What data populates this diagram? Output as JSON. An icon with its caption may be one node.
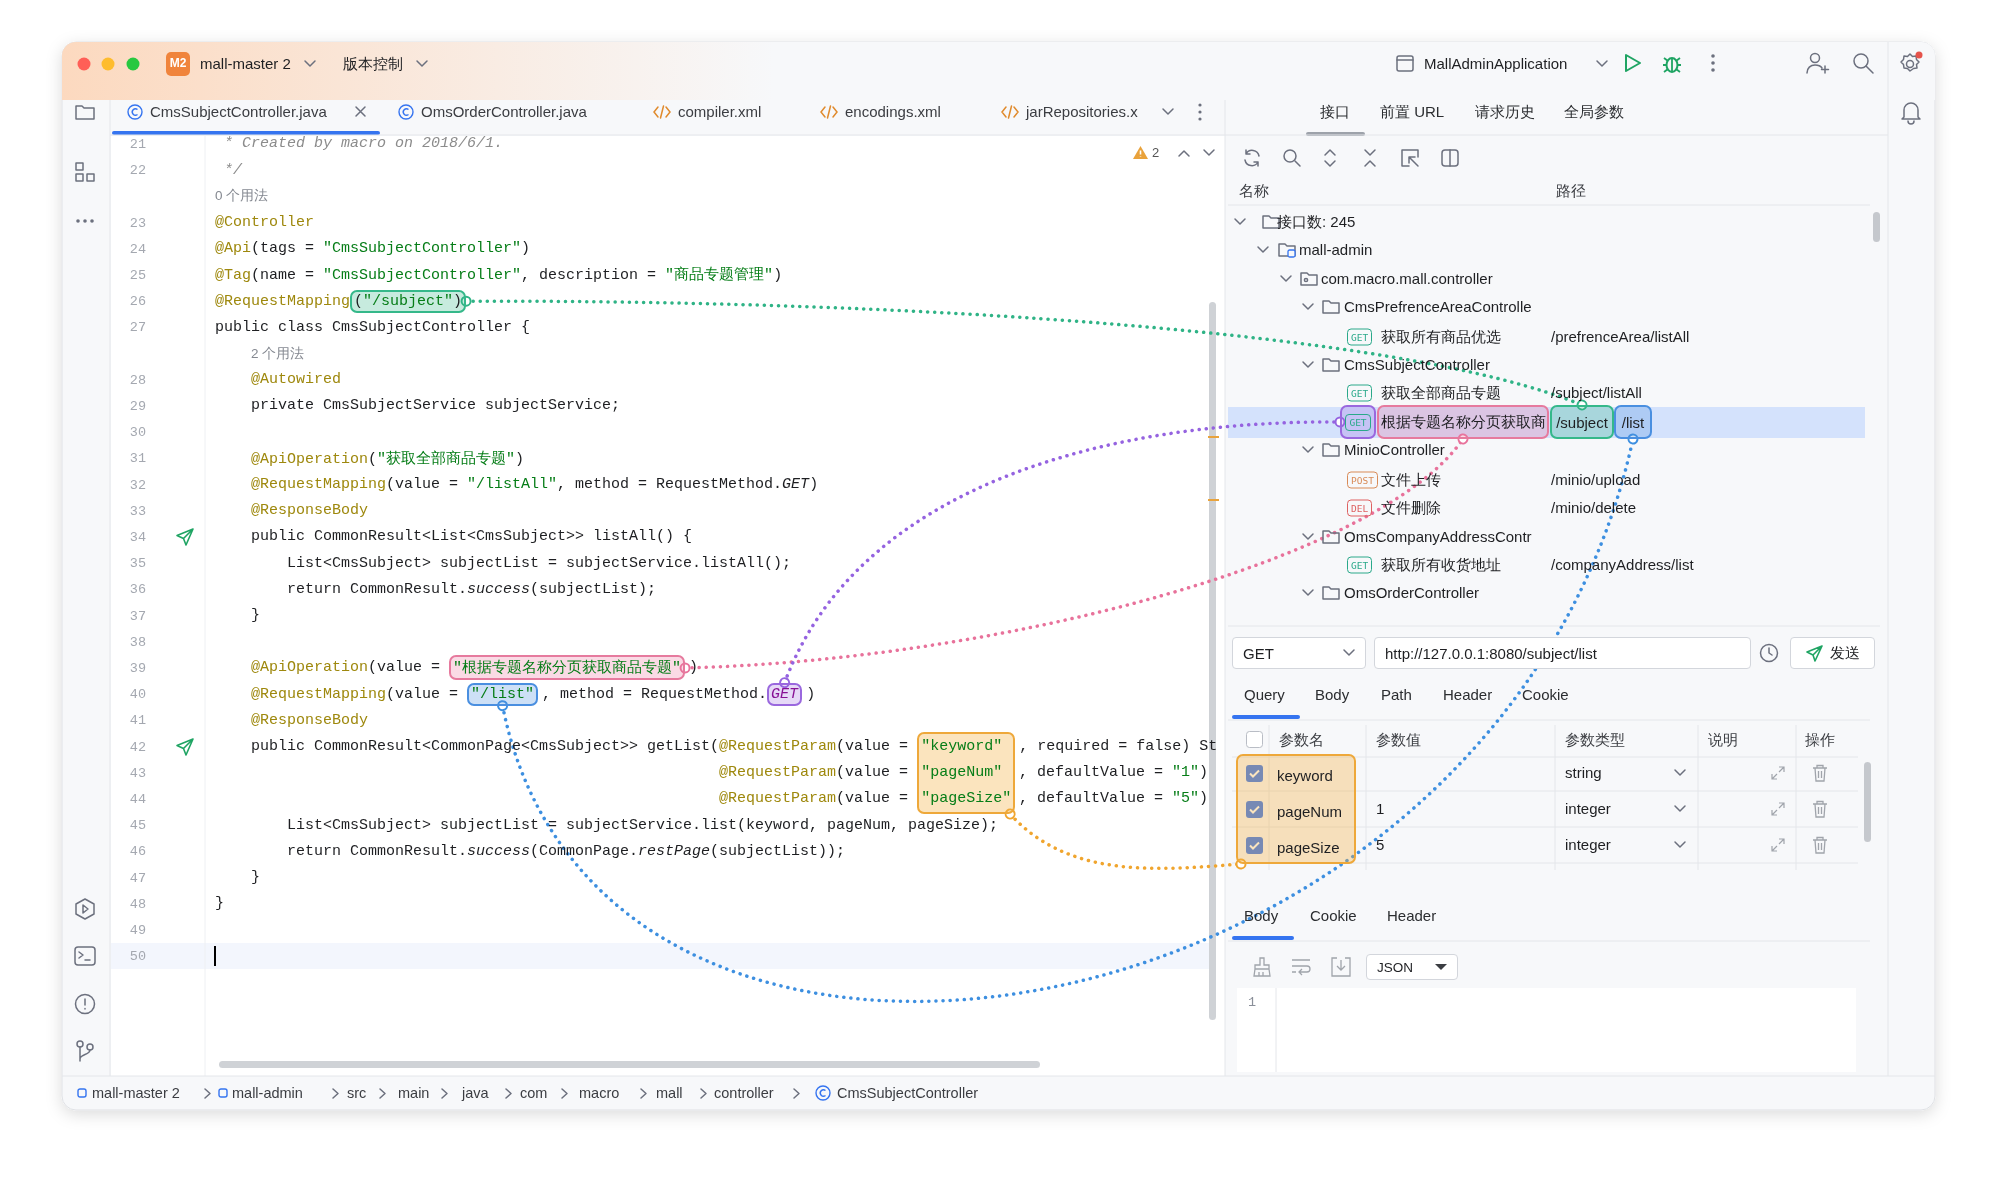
{
  "diagram": {
    "nodes": [
      {
        "text": [
          "(\"/subject\")"
        ]
      },
      {
        "text": [
          "\"根据专题名称分页获取商品专题\""
        ]
      },
      {
        "text": [
          "\"/list\""
        ]
      },
      {
        "text": [
          "GET"
        ]
      },
      {
        "text": [
          "\"keyword\"",
          "\"pageNum\"",
          "\"pageSize\""
        ]
      },
      {
        "text": [
          "GET"
        ]
      },
      {
        "text": [
          "根据专题名称分页获取商"
        ]
      },
      {
        "text": [
          "/subject"
        ]
      },
      {
        "text": [
          "/list"
        ]
      },
      {
        "text": [
          "keyword",
          "pageNum",
          "pageSize"
        ]
      }
    ],
    "edges": [
      {
        "from": 0,
        "to": 7,
        "arrow": "other",
        "color": "#2fb386"
      },
      {
        "from": 1,
        "to": 6,
        "arrow": "other",
        "color": "#e8729b"
      },
      {
        "from": 2,
        "to": 8,
        "arrow": "other",
        "color": "#3d8fe0"
      },
      {
        "from": 3,
        "to": 5,
        "arrow": "other",
        "color": "#9563e0"
      },
      {
        "from": 4,
        "to": 9,
        "arrow": "other",
        "color": "#f0a52e"
      }
    ],
    "labels": [
      "M2",
      "mall-master 2",
      "版本控制",
      "MallAdminApplication",
      "CmsSubjectController.java",
      "OmsOrderController.java",
      "compiler.xml",
      "encodings.xml",
      "jarRepositories.x",
      "接口",
      "前置 URL",
      "请求历史",
      "全局参数",
      "2",
      "21",
      "* Created by macro on 2018/6/1.",
      "22",
      "*/",
      "0 个用法",
      "23",
      "@Controller",
      "24",
      "@Api(tags = \"CmsSubjectController\")",
      "25",
      "@Tag(name = \"CmsSubjectController\", description = \"商品专题管理\")",
      "26",
      "@RequestMapping",
      "27",
      "public class CmsSubjectController {",
      "2 个用法",
      "28",
      "@Autowired",
      "29",
      "private CmsSubjectService subjectService;",
      "30",
      "31",
      "@ApiOperation(\"获取全部商品专题\")",
      "32",
      "@RequestMapping(value = \"/listAll\", method = RequestMethod.*GET*)",
      "33",
      "@ResponseBody",
      "34",
      "public CommonResult<List<CmsSubject>> listAll() {",
      "35",
      "List<CmsSubject> subjectList = subjectService.listAll();",
      "36",
      "return CommonResult.*success*(subjectList);",
      "37",
      "}",
      "38",
      "39",
      "@ApiOperation(value =",
      ")",
      "40",
      "@RequestMapping(value =",
      ", method = RequestMethod.",
      ")",
      "41",
      "@ResponseBody",
      "42",
      "public CommonResult<CommonPage<CmsSubject>> getList(@RequestParam(value =",
      ", required = false) St",
      "43",
      "@RequestParam(value =",
      ", defaultValue = \"1\")",
      "44",
      "@RequestParam(value =",
      ", defaultValue = \"5\")",
      "45",
      "List<CmsSubject> subjectList = subjectService.list(keyword, pageNum, pageSize);",
      "46",
      "return CommonResult.*success*(CommonPage.*restPage*(subjectList));",
      "47",
      "}",
      "48",
      "}",
      "49",
      "50",
      "名称",
      "路径",
      "接口数: 245",
      "mall-admin",
      "com.macro.mall.controller",
      "CmsPrefrenceAreaControlle",
      "GET",
      "获取所有商品优选",
      "/prefrenceArea/listAll",
      "CmsSubjectController",
      "GET",
      "获取全部商品专题",
      "/subject/listAll",
      "MinioController",
      "POST",
      "文件上传",
      "/minio/upload",
      "DEL",
      "文件删除",
      "/minio/delete",
      "OmsCompanyAddressContr",
      "GET",
      "获取所有收货地址",
      "/companyAddress/list",
      "OmsOrderController",
      "GET",
      "http://127.0.0.1:8080/subject/list",
      "发送",
      "Query",
      "Body",
      "Path",
      "Header",
      "Cookie",
      "参数名",
      "参数值",
      "参数类型",
      "说明",
      "操作",
      "string",
      "1",
      "integer",
      "5",
      "integer",
      "Body",
      "Cookie",
      "Header",
      "JSON",
      "1",
      "mall-master 2",
      "mall-admin",
      "src",
      "main",
      "java",
      "com",
      "macro",
      "mall",
      "controller",
      "CmsSubjectController"
    ]
  }
}
